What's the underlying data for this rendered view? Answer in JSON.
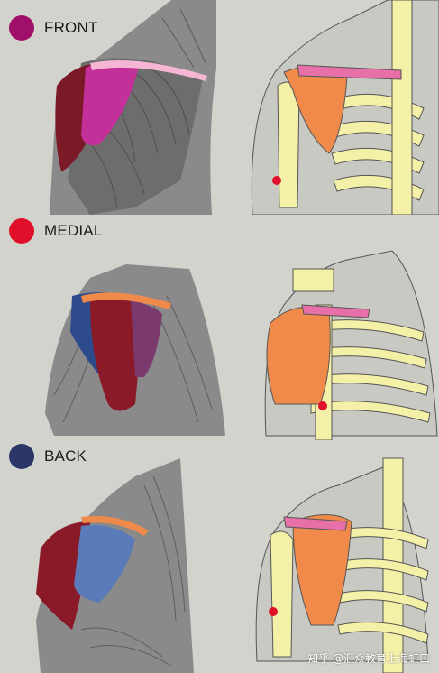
{
  "sections": [
    {
      "label": "FRONT",
      "dot_color": "#a0106a"
    },
    {
      "label": "MEDIAL",
      "dot_color": "#e0102a"
    },
    {
      "label": "BACK",
      "dot_color": "#2a3568"
    }
  ],
  "watermark": "知乎 @汇众教育上海虹口",
  "colors": {
    "background": "#d2d3cd",
    "muscle_gray": "#6d6d6d",
    "bone": "#f5f0a8",
    "scapula": "#f08a4a",
    "clavicle": "#e870a8",
    "front_deltoid": "#c4309a",
    "rear_deltoid": "#5a7ab8",
    "medial_deltoid": "#8a1a28"
  }
}
